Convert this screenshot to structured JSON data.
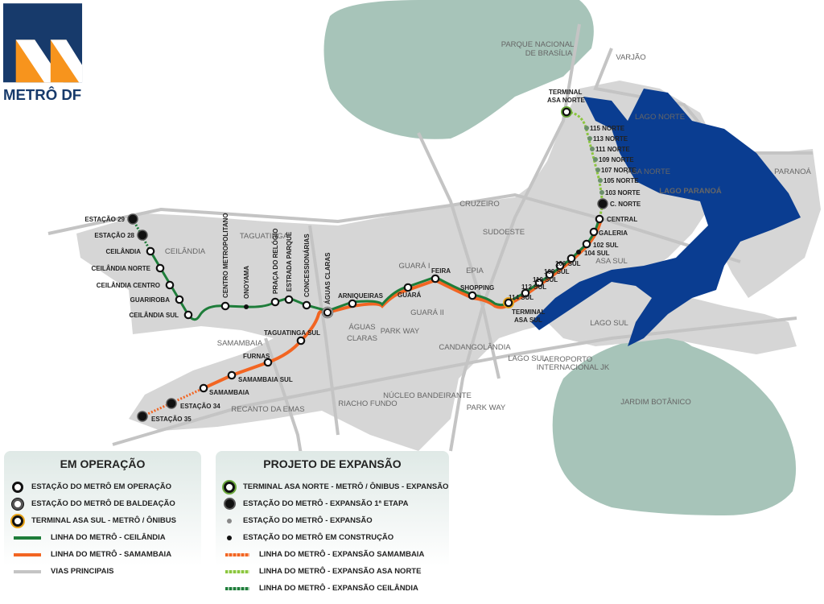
{
  "logo": {
    "text": "METRÔ DF",
    "colors": {
      "navy": "#173a6b",
      "orange": "#f7941d"
    }
  },
  "colors": {
    "ceilandia": "#1e7d3a",
    "samambaia": "#f26522",
    "asa_norte_exp": "#8cc63f",
    "lake": "#0a3d91",
    "park": "#a7c4b9",
    "urban": "#d4d4d4"
  },
  "areas": [
    "PARQUE NACIONAL",
    "DE BRASÍLIA",
    "VARJÃO",
    "LAGO NORTE",
    "PARANOÁ",
    "LAGO PARANOÁ",
    "ASA NORTE",
    "CRUZEIRO",
    "SUDOESTE",
    "EPIA",
    "ASA SUL",
    "LAGO SUL",
    "LAGO SUL",
    "TAGUATINGA",
    "CEILÂNDIA",
    "GUARÁ I",
    "GUARÁ II",
    "ÁGUAS",
    "CLARAS",
    "PARK WAY",
    "CANDANGOLÂNDIA",
    "AEROPORTO",
    "INTERNACIONAL JK",
    "JARDIM BOTÂNICO",
    "SAMAMBAIA",
    "RECANTO DA EMAS",
    "RIACHO FUNDO",
    "NÚCLEO BANDEIRANTE",
    "PARK WAY"
  ],
  "stations": {
    "ceilandia_line": [
      "ESTAÇÃO 29",
      "ESTAÇÃO 28",
      "CEILÂNDIA",
      "CEILÂNDIA NORTE",
      "CEILÂNDIA CENTRO",
      "GUARIROBA",
      "CEILÂNDIA SUL",
      "CENTRO METROPOLITANO",
      "ONOYAMA",
      "PRAÇA DO RELÓGIO",
      "ESTRADA PARQUE",
      "CONCESSIONÁRIAS",
      "ÁGUAS CLARAS"
    ],
    "samambaia_line": [
      "ESTAÇÃO 35",
      "ESTAÇÃO 34",
      "SAMAMBAIA",
      "SAMAMBAIA SUL",
      "FURNAS",
      "TAGUATINGA SUL"
    ],
    "trunk": [
      "ARNIQUEIRAS",
      "GUARÁ",
      "FEIRA",
      "SHOPPING",
      "TERMINAL",
      "ASA SUL",
      "114 SUL",
      "112 SUL",
      "110 SUL",
      "108 SUL",
      "106 SUL",
      "104 SUL",
      "102 SUL",
      "GALERIA",
      "CENTRAL"
    ],
    "asa_norte": [
      "C. NORTE",
      "103 NORTE",
      "105 NORTE",
      "107 NORTE",
      "109 NORTE",
      "111 NORTE",
      "113 NORTE",
      "115 NORTE",
      "TERMINAL",
      "ASA NORTE"
    ]
  },
  "legend_operation": {
    "title": "EM OPERAÇÃO",
    "items": [
      "ESTAÇÃO DO METRÔ EM OPERAÇÃO",
      "ESTAÇÃO DO METRÔ DE BALDEAÇÃO",
      "TERMINAL ASA SUL - METRÔ / ÔNIBUS",
      "LINHA DO METRÔ - CEILÂNDIA",
      "LINHA DO METRÔ - SAMAMBAIA",
      "VIAS PRINCIPAIS"
    ]
  },
  "legend_expansion": {
    "title": "PROJETO DE EXPANSÃO",
    "items": [
      "TERMINAL ASA NORTE - METRÔ / ÔNIBUS - EXPANSÃO",
      "ESTAÇÃO DO METRÔ - EXPANSÃO 1ª ETAPA",
      "ESTAÇÃO DO METRÔ -  EXPANSÃO",
      "ESTAÇÃO DO METRÔ EM CONSTRUÇÃO",
      "LINHA DO METRÔ - EXPANSÃO SAMAMBAIA",
      "LINHA DO METRÔ - EXPANSÃO ASA NORTE",
      "LINHA DO METRÔ - EXPANSÃO CEILÂNDIA"
    ]
  }
}
